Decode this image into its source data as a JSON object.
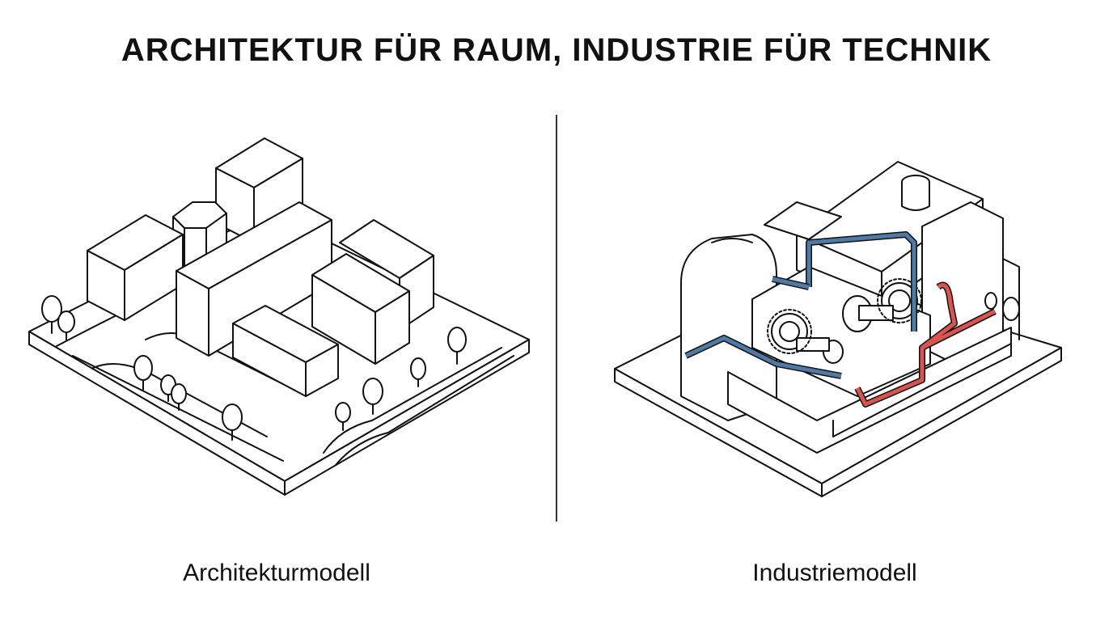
{
  "title": "ARCHITEKTUR FÜR RAUM, INDUSTRIE FÜR TECHNIK",
  "captions": {
    "left": "Architekturmodell",
    "right": "Industriemodell"
  },
  "colors": {
    "ink": "#111111",
    "blue_pipe": "#4f7aa6",
    "red_pipe": "#d9534f",
    "background": "#ffffff"
  },
  "illustrations": {
    "left": "architecture-city-block-model",
    "right": "industrial-machine-cutaway-model"
  }
}
